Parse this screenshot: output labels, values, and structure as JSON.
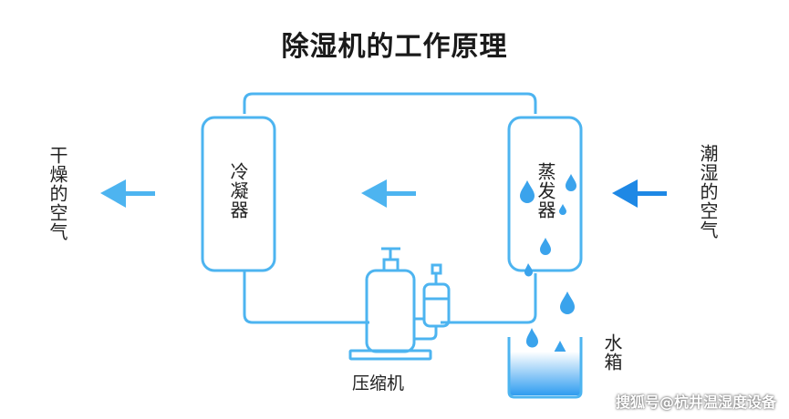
{
  "title": "除湿机的工作原理",
  "labels": {
    "dry_air": "干燥的空气",
    "condenser": "冷凝器",
    "evaporator": "蒸发器",
    "humid_air": "潮湿的空气",
    "compressor": "压缩机",
    "water_tank": "水箱"
  },
  "watermark": "搜狐号@杭井温湿度设备",
  "colors": {
    "pipe": "#4db4f0",
    "arrow_light": "#4db4f0",
    "arrow_dark": "#1e88e5",
    "droplet": "#3aa3ec",
    "water": "#2f9cf0"
  }
}
